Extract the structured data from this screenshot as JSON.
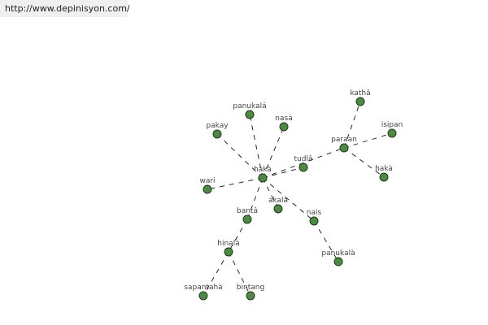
{
  "url": "http://www.depinisyon.com/",
  "node_color": "#4f8a44",
  "nodes": [
    "hakà",
    "panukalá",
    "nasà",
    "pakay",
    "wari",
    "tudlâ",
    "paraan",
    "kathâ",
    "isipan",
    "hakà",
    "akalà",
    "nais",
    "panukalà",
    "bantâ",
    "hinalà",
    "sapantahà",
    "bintang"
  ],
  "edges": [
    [
      0,
      1
    ],
    [
      0,
      2
    ],
    [
      0,
      3
    ],
    [
      0,
      4
    ],
    [
      0,
      5
    ],
    [
      0,
      6
    ],
    [
      0,
      10
    ],
    [
      0,
      11
    ],
    [
      0,
      13
    ],
    [
      6,
      7
    ],
    [
      6,
      8
    ],
    [
      6,
      9
    ],
    [
      11,
      12
    ],
    [
      13,
      14
    ],
    [
      14,
      15
    ],
    [
      14,
      16
    ]
  ]
}
